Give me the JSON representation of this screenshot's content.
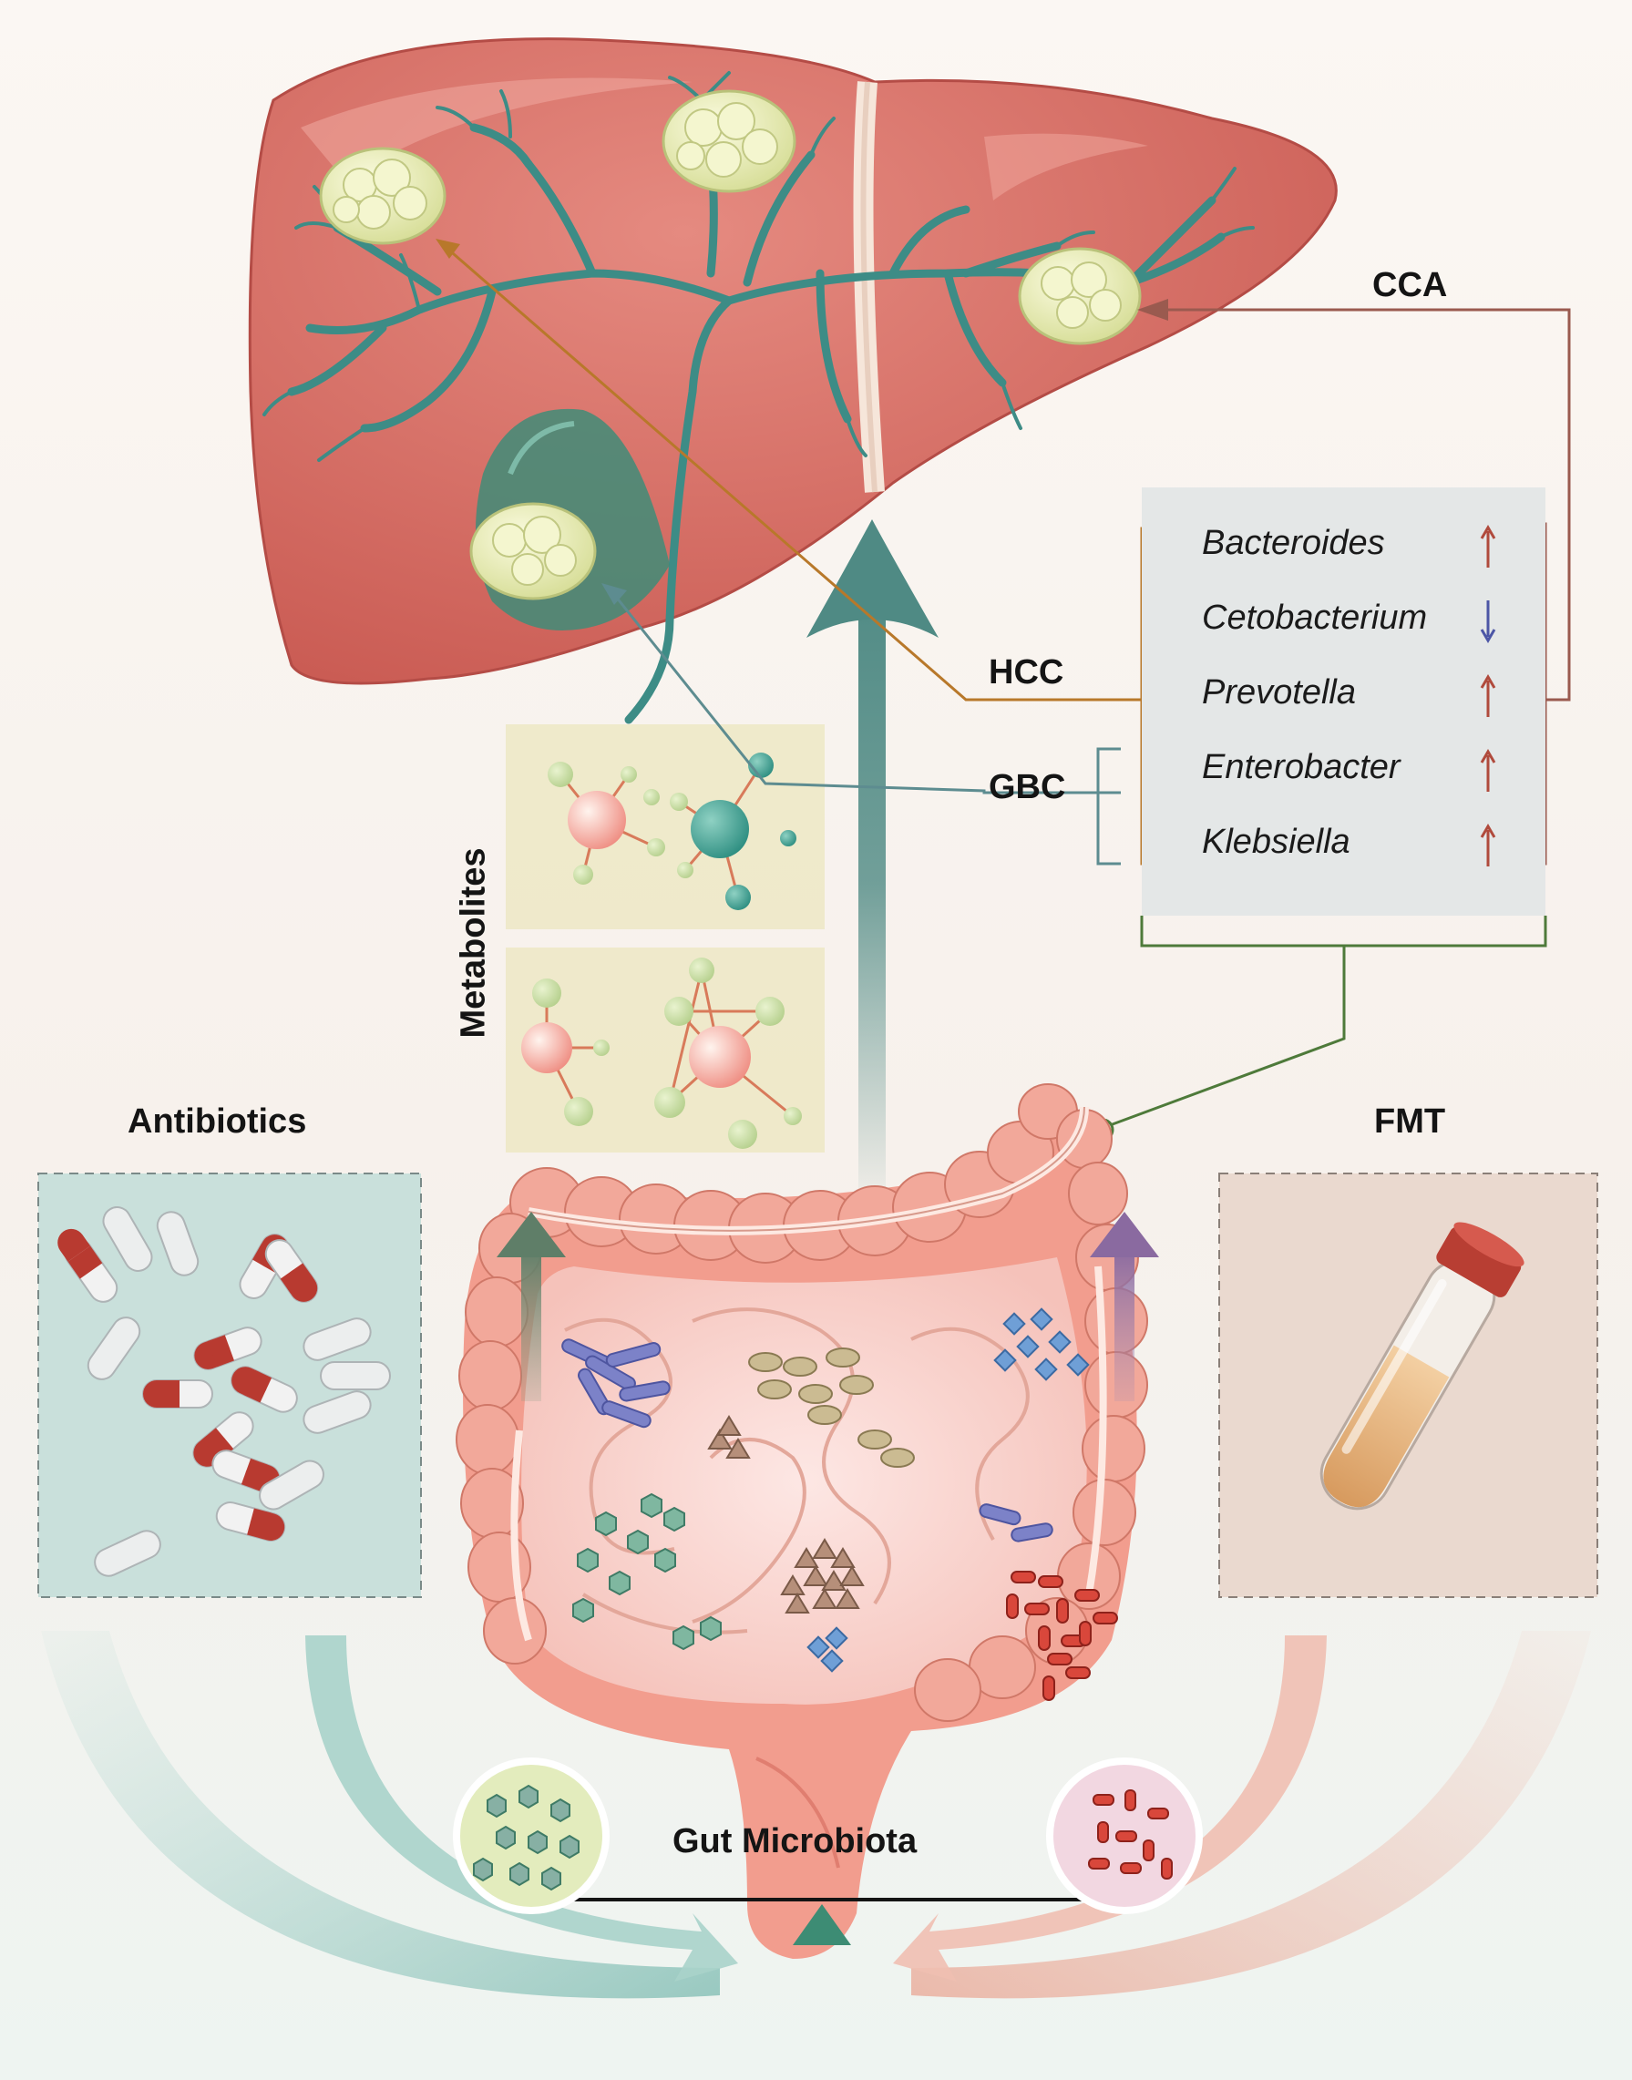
{
  "labels": {
    "cca": "CCA",
    "hcc": "HCC",
    "gbc": "GBC",
    "metabolites": "Metabolites",
    "antibiotics": "Antibiotics",
    "fmt": "FMT",
    "gut_microbiota": "Gut Microbiota"
  },
  "taxa": [
    {
      "name": "Bacteroides",
      "trend": "up"
    },
    {
      "name": "Cetobacterium",
      "trend": "down"
    },
    {
      "name": "Prevotella",
      "trend": "up"
    },
    {
      "name": "Enterobacter",
      "trend": "up"
    },
    {
      "name": "Klebsiella",
      "trend": "up"
    }
  ],
  "colors": {
    "liver": "#d4665e",
    "bile_duct": "#3d8c86",
    "tumor": "#e8ecb4",
    "intestine": "#f2a89a",
    "teal_arrow": "#4f8a84",
    "hcc_line": "#b8782a",
    "gbc_line": "#5d8c90",
    "cca_line": "#9a5a4f",
    "up_arrow": "#b04a3c",
    "down_arrow": "#4c56a6",
    "green_line": "#4e7a3a"
  },
  "icons": [
    "capsule-icon",
    "test-tube-icon",
    "molecule-icon",
    "bacteria-icon",
    "tumor-icon",
    "fulcrum-icon"
  ]
}
